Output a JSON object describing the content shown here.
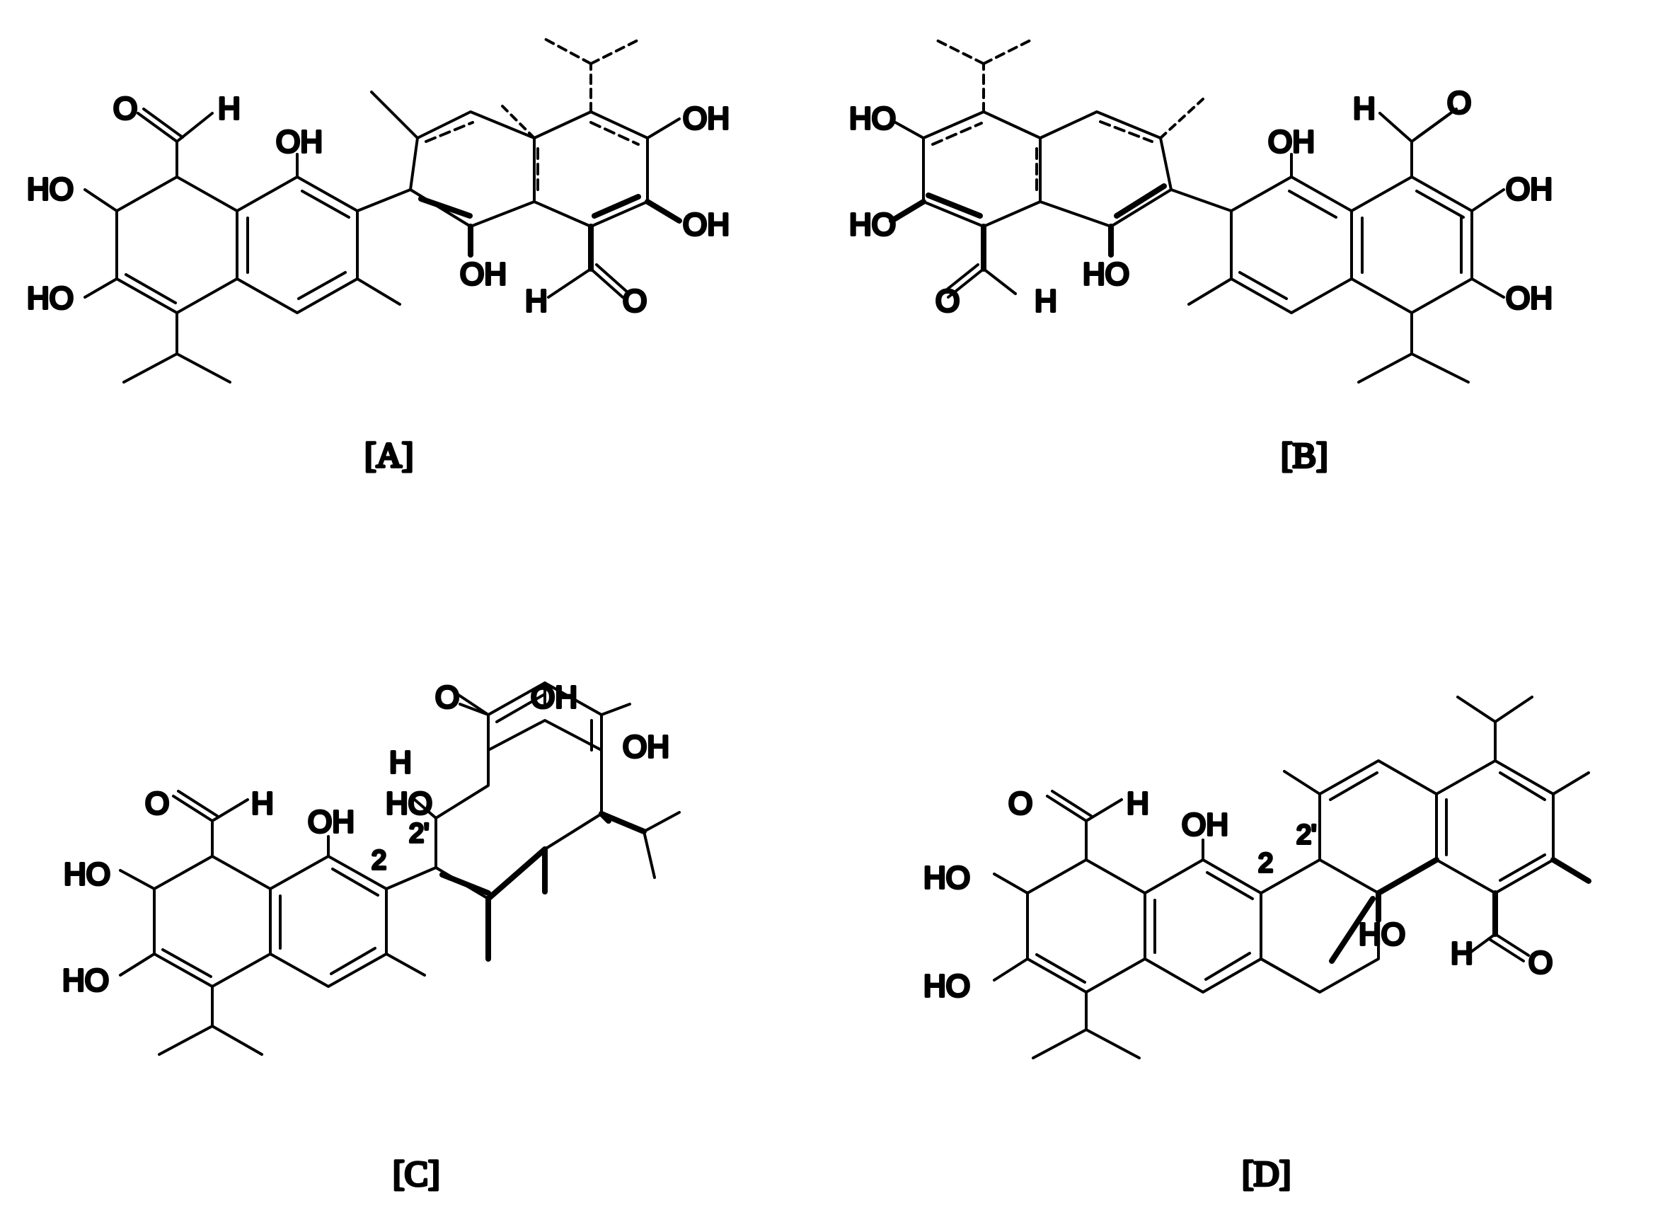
{
  "panels": [
    {
      "caption": "[A]",
      "labels": {
        "o_cho_left": "O",
        "h_cho_left": "H",
        "ho_top_left": "HO",
        "ho_bot_left": "HO",
        "oh_peri": "OH",
        "oh_mid": "OH",
        "oh_right_top": "OH",
        "oh_right_bot": "OH",
        "h_cho_right": "H",
        "o_cho_right": "O"
      }
    },
    {
      "caption": "[B]",
      "labels": {
        "ho_left_top": "HO",
        "ho_left_bot": "HO",
        "o_cho_left": "O",
        "h_cho_left": "H",
        "ho_mid": "HO",
        "oh_peri": "OH",
        "h_cho_right": "H",
        "o_cho_right": "O",
        "oh_right_top": "OH",
        "oh_right_bot": "OH"
      }
    },
    {
      "caption": "[C]",
      "labels": {
        "o_cho_left": "O",
        "h_cho_left": "H",
        "ho_top_left": "HO",
        "ho_bot_left": "HO",
        "oh_peri": "OH",
        "loc_2": "2",
        "loc_2p": "2'",
        "ho_mid": "HO",
        "o_cho_right": "O",
        "h_cho_right": "H",
        "oh_top": "OH",
        "oh_right": "OH"
      }
    },
    {
      "caption": "[D]",
      "labels": {
        "o_cho_left": "O",
        "h_cho_left": "H",
        "ho_top_left": "HO",
        "ho_bot_left": "HO",
        "oh_peri": "OH",
        "loc_2": "2",
        "loc_2p": "2'",
        "ho_mid": "HO",
        "h_cho_right": "H",
        "o_cho_right": "O"
      }
    }
  ]
}
